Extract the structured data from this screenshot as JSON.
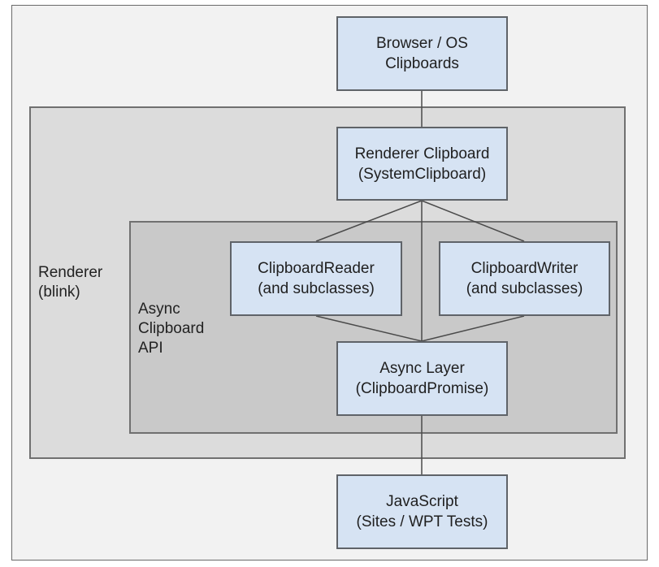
{
  "diagram": {
    "regions": {
      "renderer": {
        "label": "Renderer\n(blink)"
      },
      "async_api": {
        "label": "Async\nClipboard\nAPI"
      }
    },
    "boxes": {
      "browser_os_clipboards": {
        "label": "Browser / OS\nClipboards"
      },
      "renderer_clipboard": {
        "label": "Renderer Clipboard\n(SystemClipboard)"
      },
      "clipboard_reader": {
        "label": "ClipboardReader\n(and subclasses)"
      },
      "clipboard_writer": {
        "label": "ClipboardWriter\n(and subclasses)"
      },
      "async_layer": {
        "label": "Async Layer\n(ClipboardPromise)"
      },
      "javascript": {
        "label": "JavaScript\n(Sites / WPT Tests)"
      }
    },
    "connections": [
      [
        "browser_os_clipboards",
        "renderer_clipboard"
      ],
      [
        "renderer_clipboard",
        "clipboard_reader"
      ],
      [
        "renderer_clipboard",
        "clipboard_writer"
      ],
      [
        "renderer_clipboard",
        "async_layer"
      ],
      [
        "clipboard_reader",
        "async_layer"
      ],
      [
        "clipboard_writer",
        "async_layer"
      ],
      [
        "async_layer",
        "javascript"
      ]
    ],
    "colors": {
      "box_fill": "#d6e3f3",
      "renderer_fill": "#dcdcdc",
      "async_fill": "#c9c9c9",
      "background": "#f2f2f2"
    }
  }
}
